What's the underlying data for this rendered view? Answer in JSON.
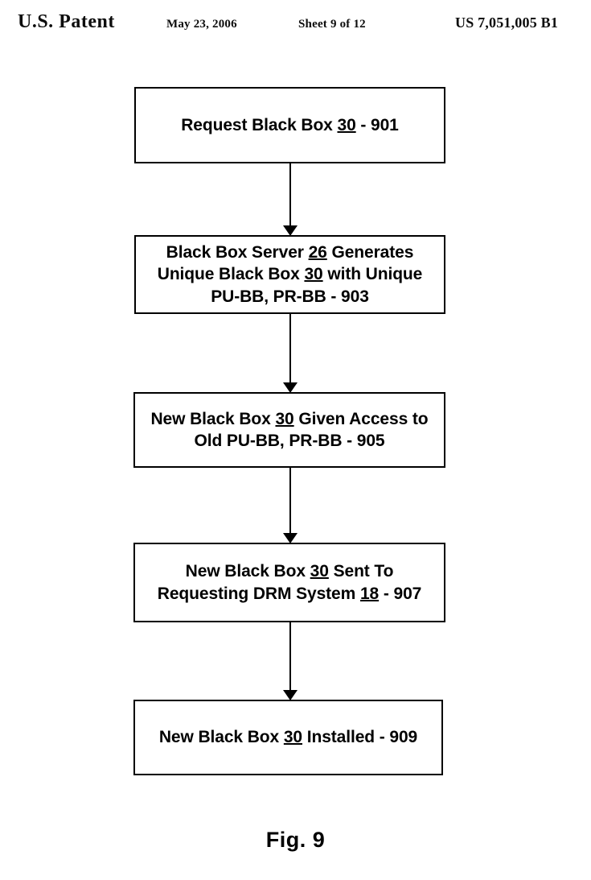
{
  "header": {
    "office": "U.S. Patent",
    "date": "May 23, 2006",
    "sheet": "Sheet 9 of 12",
    "patent_number": "US 7,051,005 B1"
  },
  "figure": {
    "caption": "Fig. 9",
    "type": "flowchart"
  },
  "flowchart": {
    "nodes": [
      {
        "id": "901",
        "ref_number": "901",
        "text": "Request Black Box 30 - 901",
        "html": "Request Black Box <u>30</u> - 901",
        "underlined_refs": [
          "30"
        ]
      },
      {
        "id": "903",
        "ref_number": "903",
        "text": "Black Box Server 26 Generates Unique Black Box 30 with Unique PU-BB, PR-BB - 903",
        "html": "Black Box Server <u>26</u> Generates Unique Black Box <u>30</u> with Unique PU-BB, PR-BB - 903",
        "underlined_refs": [
          "26",
          "30"
        ]
      },
      {
        "id": "905",
        "ref_number": "905",
        "text": "New Black Box 30 Given Access to Old PU-BB, PR-BB - 905",
        "html": "New Black Box <u>30</u> Given Access to Old PU-BB, PR-BB - 905",
        "underlined_refs": [
          "30"
        ]
      },
      {
        "id": "907",
        "ref_number": "907",
        "text": "New Black Box 30 Sent To Requesting DRM System 18 - 907",
        "html": "New Black Box <u>30</u> Sent To Requesting DRM System <u>18</u> - 907",
        "underlined_refs": [
          "30",
          "18"
        ]
      },
      {
        "id": "909",
        "ref_number": "909",
        "text": "New Black Box 30 Installed - 909",
        "html": "New Black Box <u>30</u> Installed - 909",
        "underlined_refs": [
          "30"
        ]
      }
    ],
    "connectors": [
      {
        "from": "901",
        "to": "903",
        "style": "arrow-down"
      },
      {
        "from": "903",
        "to": "905",
        "style": "arrow-down"
      },
      {
        "from": "905",
        "to": "907",
        "style": "arrow-down"
      },
      {
        "from": "907",
        "to": "909",
        "style": "arrow-down"
      }
    ]
  },
  "colors": {
    "ink": "#000000",
    "page": "#ffffff"
  }
}
